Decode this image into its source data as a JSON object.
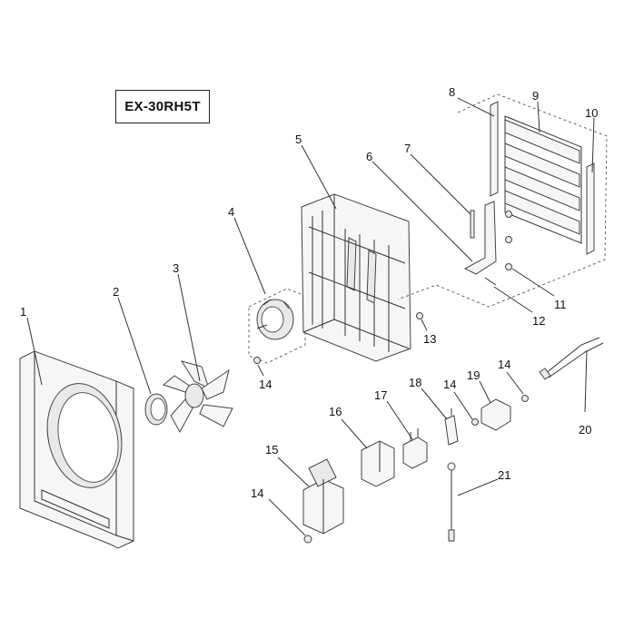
{
  "model": "EX-30RH5T",
  "callouts": [
    {
      "id": "1",
      "label": "1"
    },
    {
      "id": "2",
      "label": "2"
    },
    {
      "id": "3",
      "label": "3"
    },
    {
      "id": "4",
      "label": "4"
    },
    {
      "id": "5",
      "label": "5"
    },
    {
      "id": "6",
      "label": "6"
    },
    {
      "id": "7",
      "label": "7"
    },
    {
      "id": "8",
      "label": "8"
    },
    {
      "id": "9",
      "label": "9"
    },
    {
      "id": "10",
      "label": "10"
    },
    {
      "id": "11",
      "label": "11"
    },
    {
      "id": "12",
      "label": "12"
    },
    {
      "id": "13",
      "label": "13"
    },
    {
      "id": "14a",
      "label": "14"
    },
    {
      "id": "14b",
      "label": "14"
    },
    {
      "id": "14c",
      "label": "14"
    },
    {
      "id": "14d",
      "label": "14"
    },
    {
      "id": "15",
      "label": "15"
    },
    {
      "id": "16",
      "label": "16"
    },
    {
      "id": "17",
      "label": "17"
    },
    {
      "id": "18",
      "label": "18"
    },
    {
      "id": "19",
      "label": "19"
    },
    {
      "id": "20",
      "label": "20"
    },
    {
      "id": "21",
      "label": "21"
    }
  ]
}
